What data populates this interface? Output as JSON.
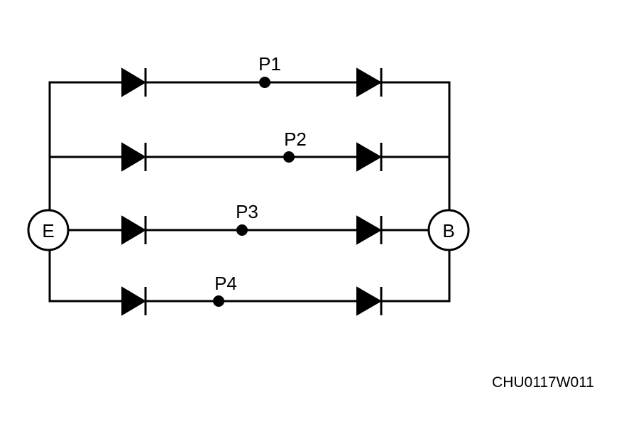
{
  "terminals": {
    "left": "E",
    "right": "B"
  },
  "points": [
    {
      "label": "P1"
    },
    {
      "label": "P2"
    },
    {
      "label": "P3"
    },
    {
      "label": "P4"
    }
  ],
  "figure_code": "CHU0117W011",
  "colors": {
    "ink": "#000000",
    "background": "#ffffff"
  },
  "icons": {
    "diode": "diode-icon"
  }
}
